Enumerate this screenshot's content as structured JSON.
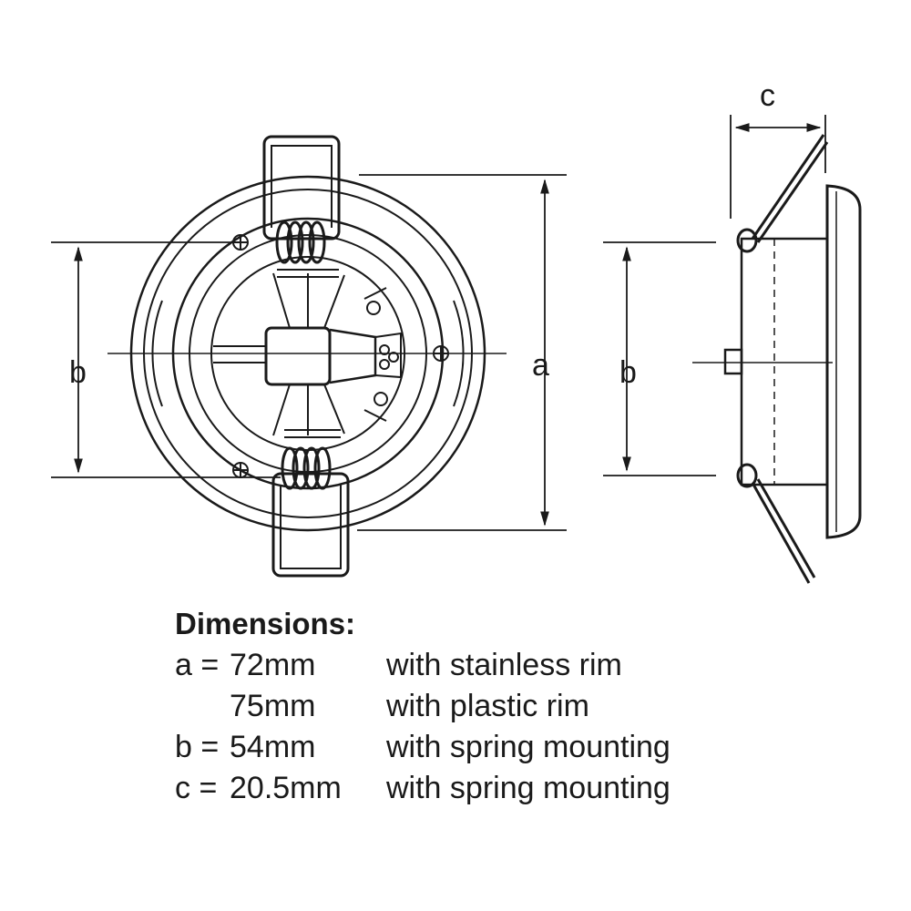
{
  "diagram": {
    "front_view": {
      "label_a": "a",
      "label_b": "b"
    },
    "side_view": {
      "label_b": "b",
      "label_c": "c"
    }
  },
  "dimensions": {
    "title": "Dimensions:",
    "rows": [
      {
        "key": "a =",
        "value": "72mm",
        "description": "with stainless rim"
      },
      {
        "key": "",
        "value": "75mm",
        "description": "with plastic rim"
      },
      {
        "key": "b =",
        "value": "54mm",
        "description": "with spring mounting"
      },
      {
        "key": "c =",
        "value": "20.5mm",
        "description": "with spring mounting"
      }
    ]
  }
}
